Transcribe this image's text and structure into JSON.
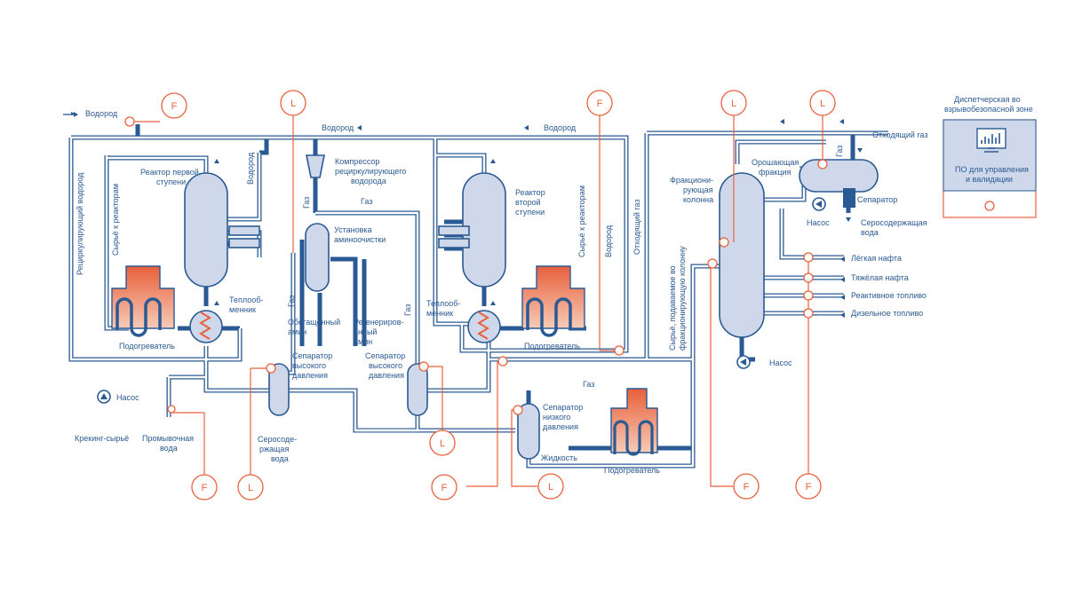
{
  "labels": {
    "hydrogen_in": "Водород",
    "hydrogen_top": "Водород",
    "hydrogen_mid": "Водород",
    "recycle_h2": "Рециркулирующий водород",
    "feed_to_reactors_1": "Сырьё к реакторам",
    "reactor1": [
      "Реактор первой",
      "ступени"
    ],
    "hydrogen_v1": "Водород",
    "heat_exchanger_1": [
      "Теплооб-",
      "менник"
    ],
    "heater_1": "Подогреватель",
    "compressor": [
      "Компрессор",
      "рециркулирующего",
      "водорода"
    ],
    "gas_1": "Газ",
    "gas_2": "Газ",
    "amine_unit": [
      "Установка",
      "аминоочистки"
    ],
    "rich_amine": [
      "Обогащённый",
      "амин"
    ],
    "regen_amine": [
      "Регенериров-",
      "анный",
      "амин"
    ],
    "gas_3": "Газ",
    "reactor2": [
      "Реактор",
      "второй",
      "ступени"
    ],
    "feed_to_reactors_2": "Сырьё к реакторам",
    "hydrogen_v2": "Водород",
    "offgas_v": "Отходящий газ",
    "heat_exchanger_2": [
      "Теплооб-",
      "менник"
    ],
    "heater_2": "Подогреватель",
    "hp_sep_1": [
      "Сепаратор",
      "высокого",
      "давления"
    ],
    "hp_sep_2": [
      "Сепаратор",
      "высокого",
      "давления"
    ],
    "sour_water_1": [
      "Серосоде-",
      "ржащая",
      "вода"
    ],
    "pump_1": "Насос",
    "cracking_feed": "Крекинг-сырьё",
    "wash_water": [
      "Промывочная",
      "вода"
    ],
    "gas_4": "Газ",
    "lp_sep": [
      "Сепаратор",
      "низкого",
      "давления"
    ],
    "liquid": "Жидкость",
    "heater_3": "Подогреватель",
    "feed_to_frac": [
      "Сырьё, подаваемое во",
      "фракционирующую колонну"
    ],
    "frac_column": [
      "Фракциони-",
      "рующая",
      "колонна"
    ],
    "reflux": [
      "Орошающая",
      "фракция"
    ],
    "gas_5": "Газ",
    "separator": "Сепаратор",
    "pump_2": "Насос",
    "sour_water_2": [
      "Серосодержащая",
      "вода"
    ],
    "offgas": "Отходящий газ",
    "light_naphtha": "Лёгкая нафта",
    "heavy_naphtha": "Тяжёлая нафта",
    "jet_fuel": "Реактивное топливо",
    "diesel": "Дизельное топливо",
    "pump_3": "Насос"
  },
  "control_room": {
    "title": [
      "Диспетчерская во",
      "взрывобезопасной зоне"
    ],
    "software": [
      "ПО для управления",
      "и валидации"
    ]
  },
  "instruments": {
    "f_top1": "F",
    "l_top1": "L",
    "f_top2": "F",
    "l_top2": "L",
    "l_top3": "L",
    "f_b1": "F",
    "l_b1": "L",
    "l_b2": "L",
    "f_b2": "F",
    "l_b3": "L",
    "f_b3": "F",
    "f_b4": "F"
  },
  "colors": {
    "process": "#2a5a93",
    "vessel_fill": "#cfd8ea",
    "signal": "#e8603c",
    "heater_fill": "#f0a68a"
  }
}
